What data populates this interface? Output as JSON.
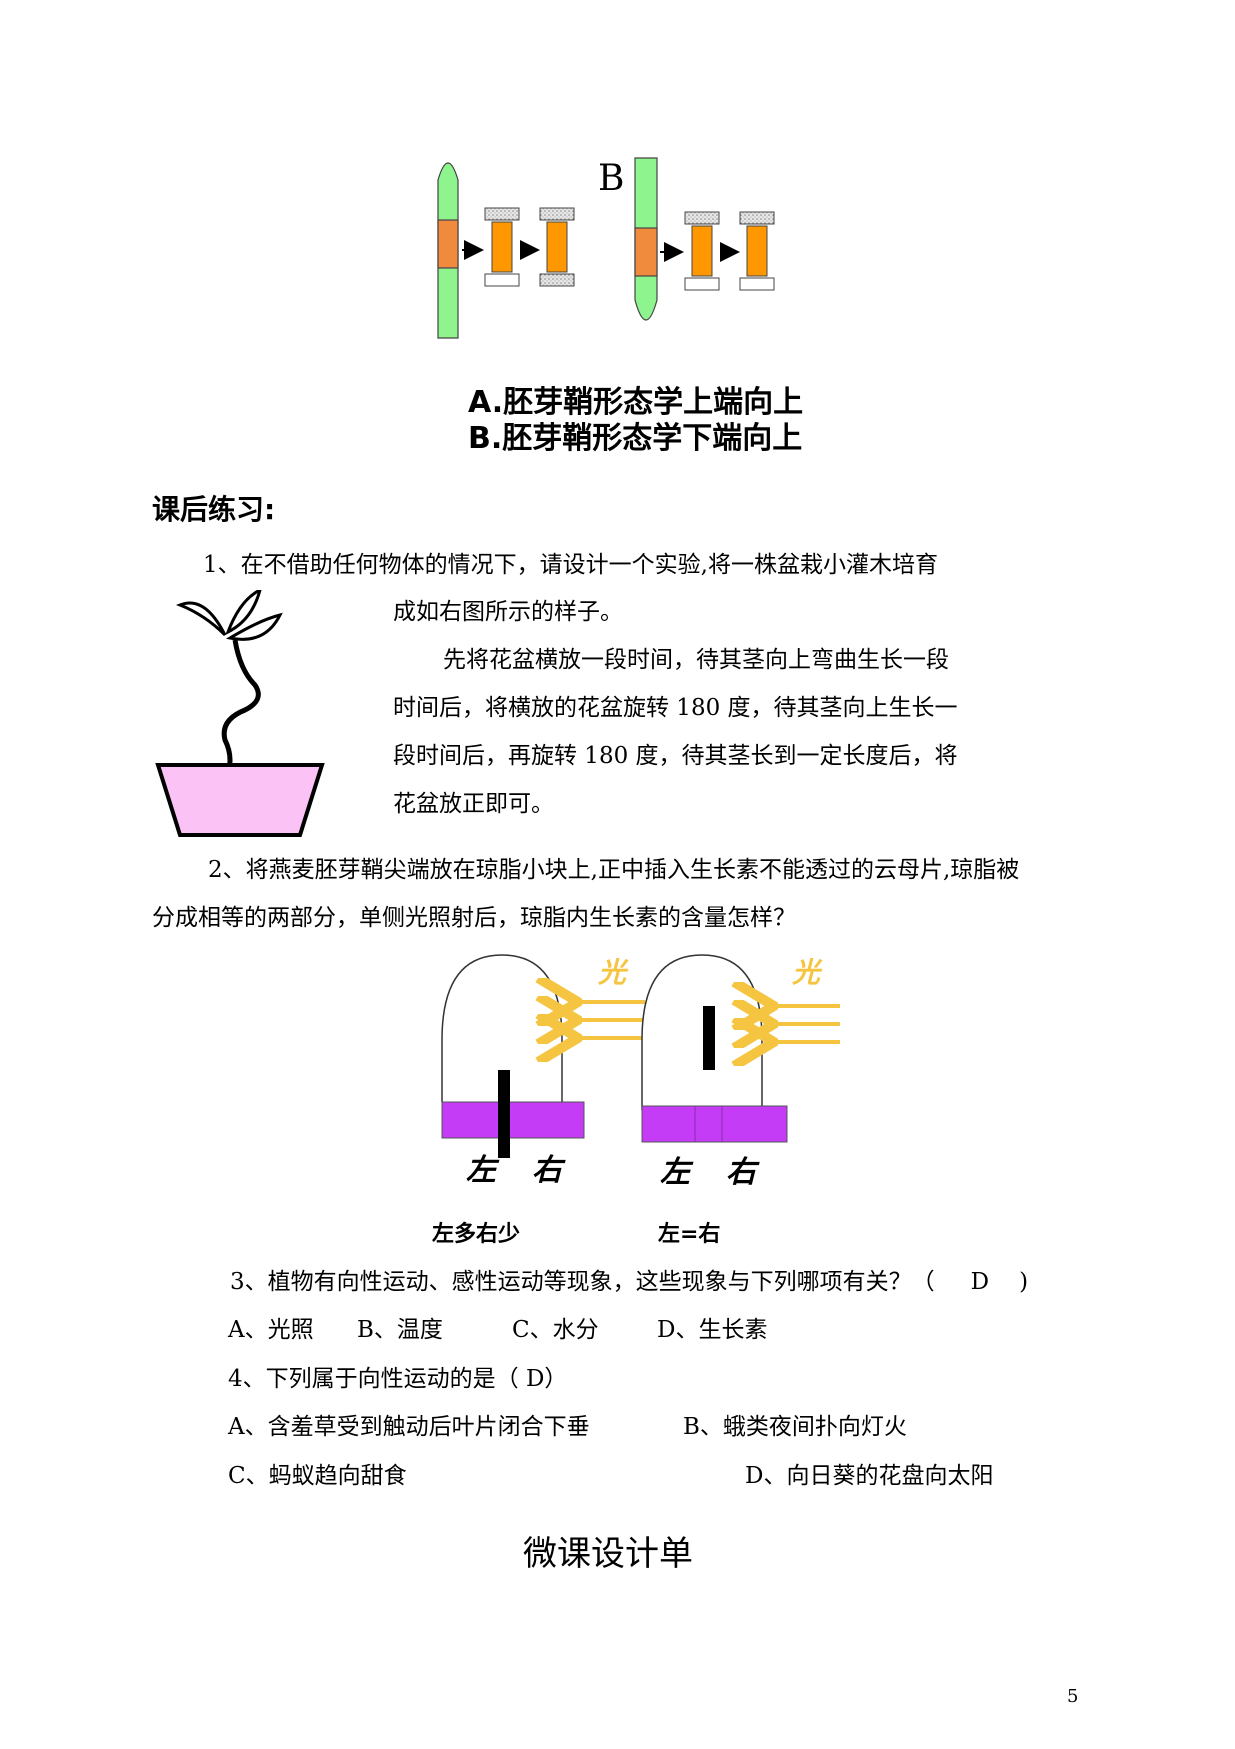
{
  "figure1": {
    "label_a": "A",
    "label_b": "B",
    "caption_a": "A.胚芽鞘形态学上端向上",
    "caption_b": "B.胚芽鞘形态学下端向上"
  },
  "section_title": "课后练习:",
  "q1": {
    "line1": "1、在不借助任何物体的情况下，请设计一个实验,将一株盆栽小灌木培育",
    "line2": "成如右图所示的样子。",
    "answer1": "先将花盆横放一段时间，待其茎向上弯曲生长一段",
    "answer2": "时间后，将横放的花盆旋转 180 度，待其茎向上生长一",
    "answer3": "段时间后，再旋转 180 度，待其茎长到一定长度后，将",
    "answer4": "花盆放正即可。"
  },
  "q2": {
    "line1": "2、将燕麦胚芽鞘尖端放在琼脂小块上,正中插入生长素不能透过的云母片,琼脂被",
    "line2": "分成相等的两部分，单侧光照射后，琼脂内生长素的含量怎样？",
    "light_label": "光",
    "left_label": "左",
    "right_label": "右",
    "result_left": "左多右少",
    "result_right": "左=右"
  },
  "q3": {
    "question": "3、植物有向性运动、感性运动等现象，这些现象与下列哪项有关？（",
    "answer": "D",
    "close": ")",
    "opt_a": "A、光照",
    "opt_b": "B、温度",
    "opt_c": "C、水分",
    "opt_d": "D、生长素"
  },
  "q4": {
    "question": "4、下列属于向性运动的是（ D）",
    "opt_a": "A、含羞草受到触动后叶片闭合下垂",
    "opt_b": "B、蛾类夜间扑向灯火",
    "opt_c": "C、蚂蚁趋向甜食",
    "opt_d": "D、向日葵的花盘向太阳"
  },
  "design_title": "微课设计单",
  "page_number": "5",
  "colors": {
    "green": "#8ef58e",
    "orange": "#f08b3e",
    "orange_bright": "#ff9800",
    "purple": "#c43cf5",
    "pink": "#fbc3f5",
    "light_yellow": "#f5c542"
  }
}
